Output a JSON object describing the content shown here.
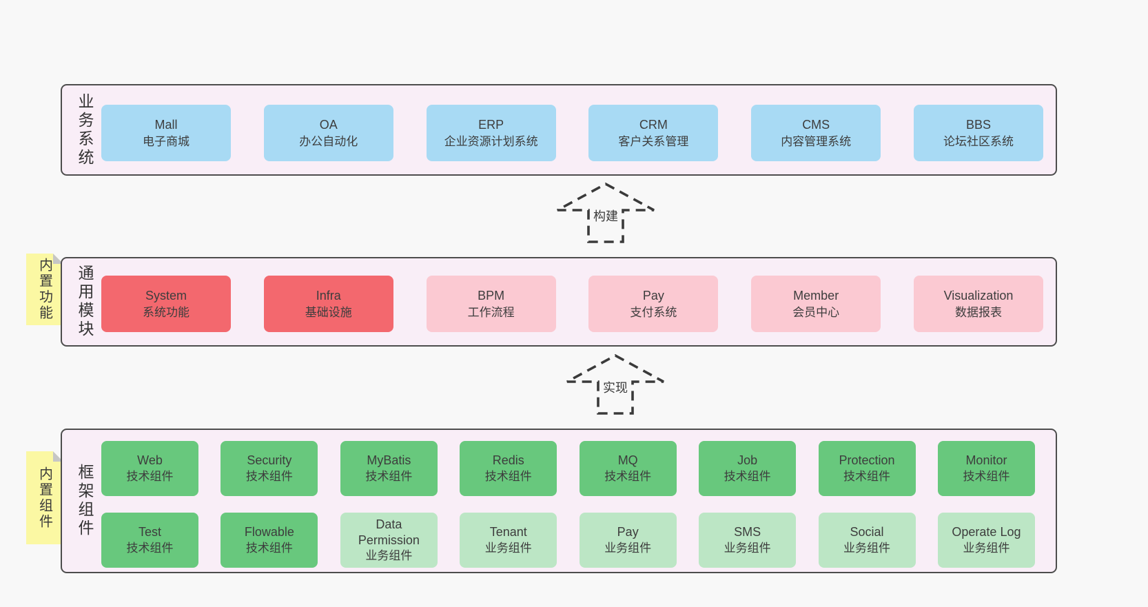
{
  "colors": {
    "page_bg": "#f8f8f8",
    "section_bg": "#f9eef7",
    "section_border": "#4d4d4d",
    "blue_box": "#a8daf4",
    "red_box": "#f3686e",
    "pink_box": "#fbc9d2",
    "green_dark_box": "#68c87d",
    "green_light_box": "#bce6c5",
    "note_yellow": "#fbf8a3",
    "note_fold": "#c6c6c6",
    "dash_stroke": "#3a3a3a",
    "text": "#3d3d3d"
  },
  "business": {
    "label": "业务系统",
    "boxes": [
      {
        "name": "Mall",
        "subtitle": "电子商城"
      },
      {
        "name": "OA",
        "subtitle": "办公自动化"
      },
      {
        "name": "ERP",
        "subtitle": "企业资源计划系统"
      },
      {
        "name": "CRM",
        "subtitle": "客户关系管理"
      },
      {
        "name": "CMS",
        "subtitle": "内容管理系统"
      },
      {
        "name": "BBS",
        "subtitle": "论坛社区系统"
      }
    ]
  },
  "arrows": {
    "build": "构建",
    "implement": "实现"
  },
  "modules": {
    "label": "通用模块",
    "note": "内置功能",
    "boxes": [
      {
        "name": "System",
        "subtitle": "系统功能"
      },
      {
        "name": "Infra",
        "subtitle": "基础设施"
      },
      {
        "name": "BPM",
        "subtitle": "工作流程"
      },
      {
        "name": "Pay",
        "subtitle": "支付系统"
      },
      {
        "name": "Member",
        "subtitle": "会员中心"
      },
      {
        "name": "Visualization",
        "subtitle": "数据报表"
      }
    ]
  },
  "framework": {
    "label": "框架组件",
    "note": "内置组件",
    "row1": [
      {
        "name": "Web",
        "subtitle": "技术组件"
      },
      {
        "name": "Security",
        "subtitle": "技术组件"
      },
      {
        "name": "MyBatis",
        "subtitle": "技术组件"
      },
      {
        "name": "Redis",
        "subtitle": "技术组件"
      },
      {
        "name": "MQ",
        "subtitle": "技术组件"
      },
      {
        "name": "Job",
        "subtitle": "技术组件"
      },
      {
        "name": "Protection",
        "subtitle": "技术组件"
      },
      {
        "name": "Monitor",
        "subtitle": "技术组件"
      }
    ],
    "row2": [
      {
        "name": "Test",
        "subtitle": "技术组件"
      },
      {
        "name": "Flowable",
        "subtitle": "技术组件"
      },
      {
        "name": "Data Permission",
        "subtitle": "业务组件"
      },
      {
        "name": "Tenant",
        "subtitle": "业务组件"
      },
      {
        "name": "Pay",
        "subtitle": "业务组件"
      },
      {
        "name": "SMS",
        "subtitle": "业务组件"
      },
      {
        "name": "Social",
        "subtitle": "业务组件"
      },
      {
        "name": "Operate Log",
        "subtitle": "业务组件"
      }
    ]
  }
}
